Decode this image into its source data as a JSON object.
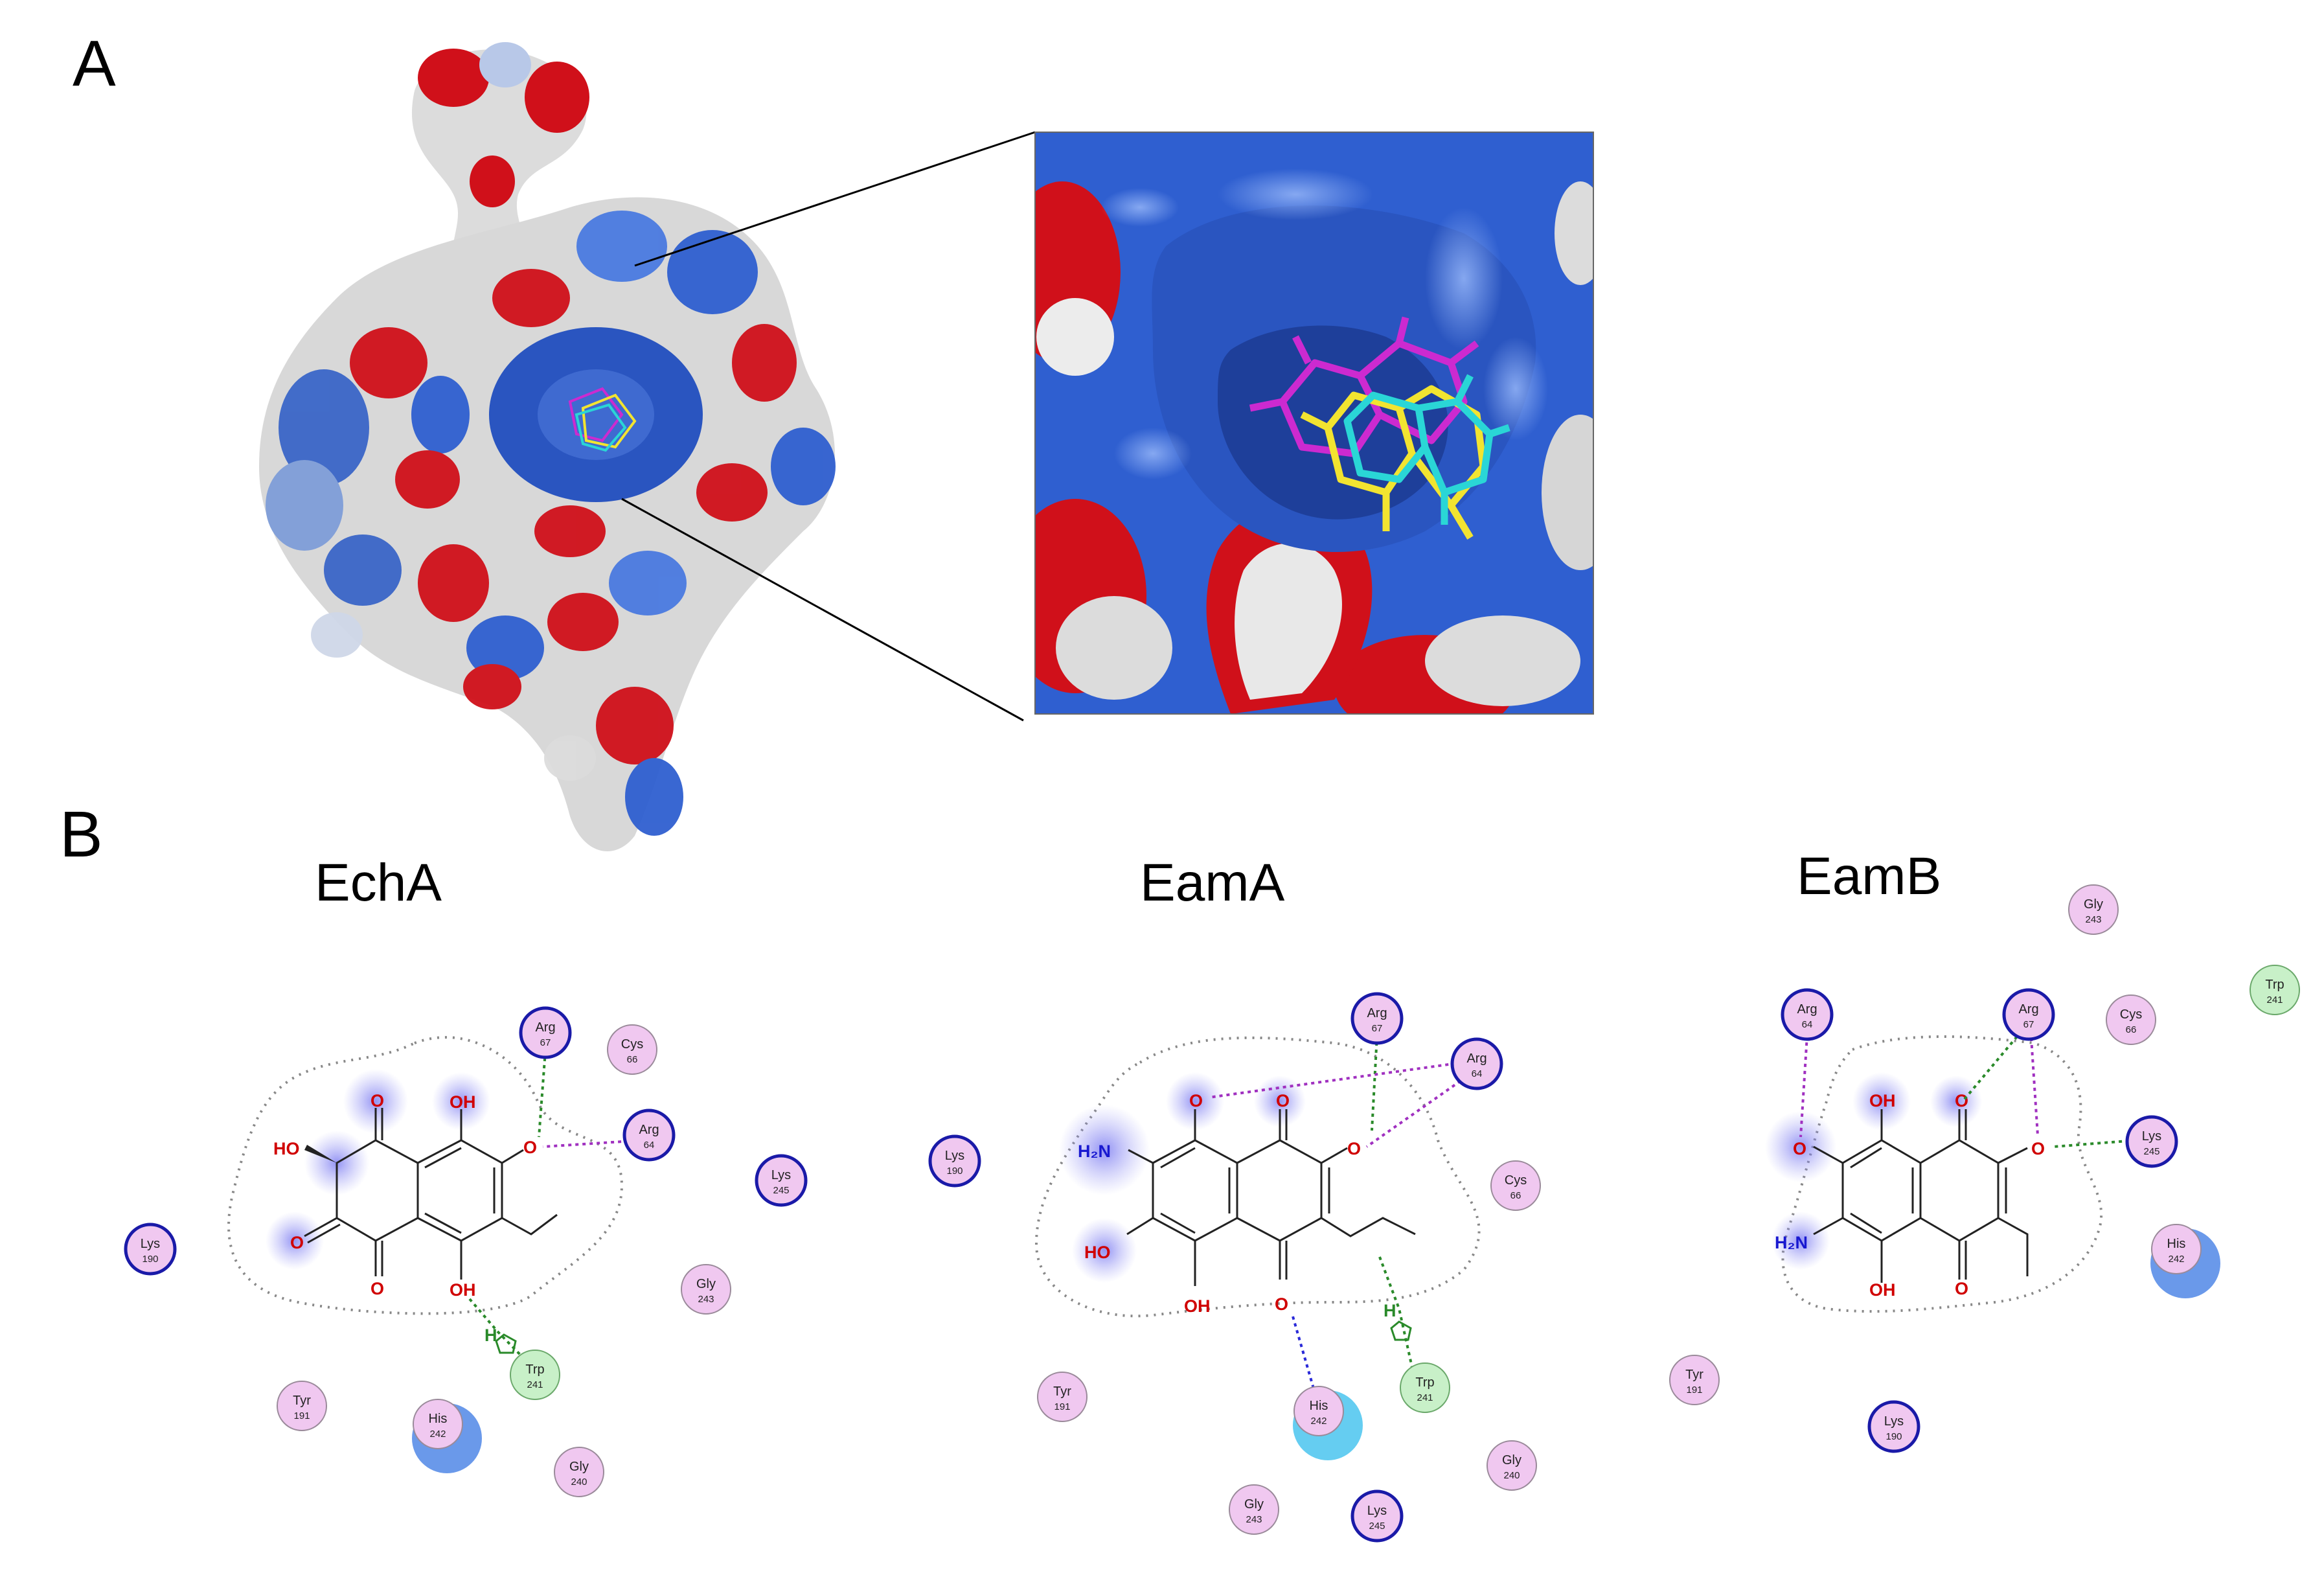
{
  "figure": {
    "panel_a_label": "A",
    "panel_b_label": "B"
  },
  "colors": {
    "surface_positive": "#2f5fd0",
    "surface_negative": "#d0101a",
    "surface_neutral": "#d8d8d8",
    "ligand_magenta": "#cc2ad0",
    "ligand_yellow": "#f2e430",
    "ligand_cyan": "#2ad6d6",
    "polar_residue": "#f0c8f0",
    "basic_residue_ring": "#1a1aa8",
    "greasy_residue": "#c8f0c8",
    "hbond_sidechain": "#2a8a2a",
    "hbond_backbone": "#2a2ad8",
    "arene_h": "#2a8a2a",
    "metal_contact": "#a030c0",
    "oxygen": "#d00000",
    "nitrogen": "#1818d0"
  },
  "atom_labels": {
    "o": "O",
    "oh": "OH",
    "ho": "HO",
    "h2n": "H₂N",
    "h": "H"
  },
  "panels": [
    {
      "title": "EchA",
      "residues": [
        {
          "name": "Arg",
          "num": "67",
          "kind": "basic"
        },
        {
          "name": "Cys",
          "num": "66",
          "kind": "polar"
        },
        {
          "name": "Arg",
          "num": "64",
          "kind": "basic"
        },
        {
          "name": "Lys",
          "num": "245",
          "kind": "basic"
        },
        {
          "name": "Lys",
          "num": "190",
          "kind": "basic"
        },
        {
          "name": "Gly",
          "num": "243",
          "kind": "polar"
        },
        {
          "name": "Trp",
          "num": "241",
          "kind": "greasy"
        },
        {
          "name": "Tyr",
          "num": "191",
          "kind": "polar"
        },
        {
          "name": "His",
          "num": "242",
          "kind": "polar"
        },
        {
          "name": "Gly",
          "num": "240",
          "kind": "polar"
        }
      ]
    },
    {
      "title": "EamA",
      "residues": [
        {
          "name": "Arg",
          "num": "67",
          "kind": "basic"
        },
        {
          "name": "Arg",
          "num": "64",
          "kind": "basic"
        },
        {
          "name": "Lys",
          "num": "190",
          "kind": "basic"
        },
        {
          "name": "Cys",
          "num": "66",
          "kind": "polar"
        },
        {
          "name": "Tyr",
          "num": "191",
          "kind": "polar"
        },
        {
          "name": "His",
          "num": "242",
          "kind": "polar"
        },
        {
          "name": "Trp",
          "num": "241",
          "kind": "greasy"
        },
        {
          "name": "Gly",
          "num": "240",
          "kind": "polar"
        },
        {
          "name": "Gly",
          "num": "243",
          "kind": "polar"
        },
        {
          "name": "Lys",
          "num": "245",
          "kind": "basic"
        }
      ]
    },
    {
      "title": "EamB",
      "residues": [
        {
          "name": "Gly",
          "num": "243",
          "kind": "polar"
        },
        {
          "name": "Trp",
          "num": "241",
          "kind": "greasy"
        },
        {
          "name": "Arg",
          "num": "64",
          "kind": "basic"
        },
        {
          "name": "Arg",
          "num": "67",
          "kind": "basic"
        },
        {
          "name": "Cys",
          "num": "66",
          "kind": "polar"
        },
        {
          "name": "Lys",
          "num": "245",
          "kind": "basic"
        },
        {
          "name": "His",
          "num": "242",
          "kind": "polar"
        },
        {
          "name": "Tyr",
          "num": "191",
          "kind": "polar"
        },
        {
          "name": "Lys",
          "num": "190",
          "kind": "basic"
        }
      ]
    }
  ]
}
